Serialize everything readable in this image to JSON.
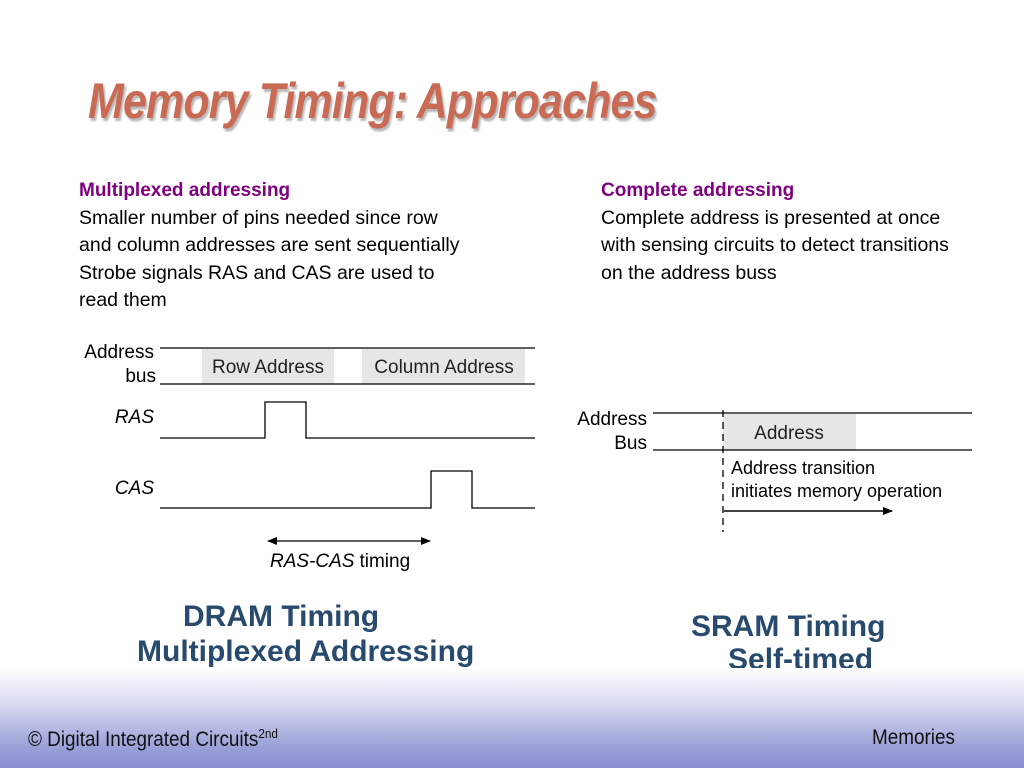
{
  "title": "Memory Timing: Approaches",
  "left": {
    "heading": "Multiplexed addressing",
    "lines": [
      "Smaller number of pins needed since row",
      "and column addresses are sent sequentially",
      "Strobe signals RAS and CAS are used to",
      "read them"
    ]
  },
  "right": {
    "heading": "Complete addressing",
    "lines": [
      "Complete address is presented at once",
      "with sensing circuits to detect transitions",
      "on the address buss"
    ]
  },
  "dram": {
    "address_label_1": "Address",
    "address_label_2": "bus",
    "row_address": "Row Address",
    "column_address": "Column Address",
    "ras_label": "RAS",
    "cas_label": "CAS",
    "timing_ras_cas": "RAS-CAS",
    "timing_word": "timing",
    "caption_1": "DRAM Timing",
    "caption_2": "Multiplexed Addressing"
  },
  "sram": {
    "address_label_1": "Address",
    "address_label_2": "Bus",
    "address": "Address",
    "note_1": "Address transition",
    "note_2": "initiates memory operation",
    "caption_1": "SRAM Timing",
    "caption_2": "Self-timed"
  },
  "footer": {
    "copyright": "© Digital Integrated Circuits",
    "edition": "2nd",
    "section": "Memories"
  },
  "colors": {
    "title": "#c96a55",
    "heading": "#800080",
    "caption": "#284a6e",
    "field_fill": "#e6e6e6"
  }
}
